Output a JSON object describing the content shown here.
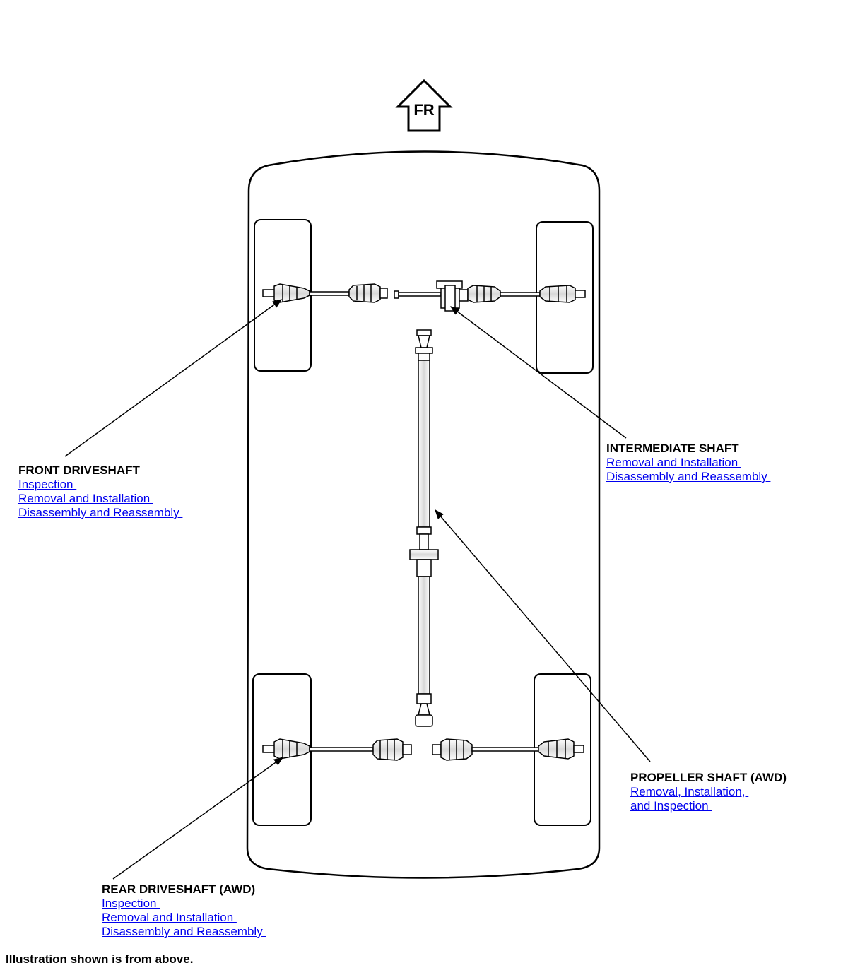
{
  "direction_marker": {
    "label": "FR",
    "icon": "front-arrow-icon"
  },
  "callouts": {
    "front": {
      "title": "FRONT DRIVESHAFT",
      "links": [
        "Inspection ",
        "Removal and Installation ",
        "Disassembly and Reassembly "
      ]
    },
    "intermediate": {
      "title": "INTERMEDIATE SHAFT",
      "links": [
        "Removal and Installation ",
        "Disassembly and Reassembly "
      ]
    },
    "propeller": {
      "title": "PROPELLER SHAFT (AWD)",
      "links": [
        "Removal, Installation, ",
        "and Inspection "
      ]
    },
    "rear": {
      "title": "REAR DRIVESHAFT (AWD)",
      "links": [
        "Inspection ",
        "Removal and Installation ",
        "Disassembly and Reassembly "
      ]
    }
  },
  "footnote": "Illustration shown is from above.",
  "colors": {
    "link": "#0000ee",
    "line": "#000000",
    "part_fill": "#e6e6e6"
  }
}
